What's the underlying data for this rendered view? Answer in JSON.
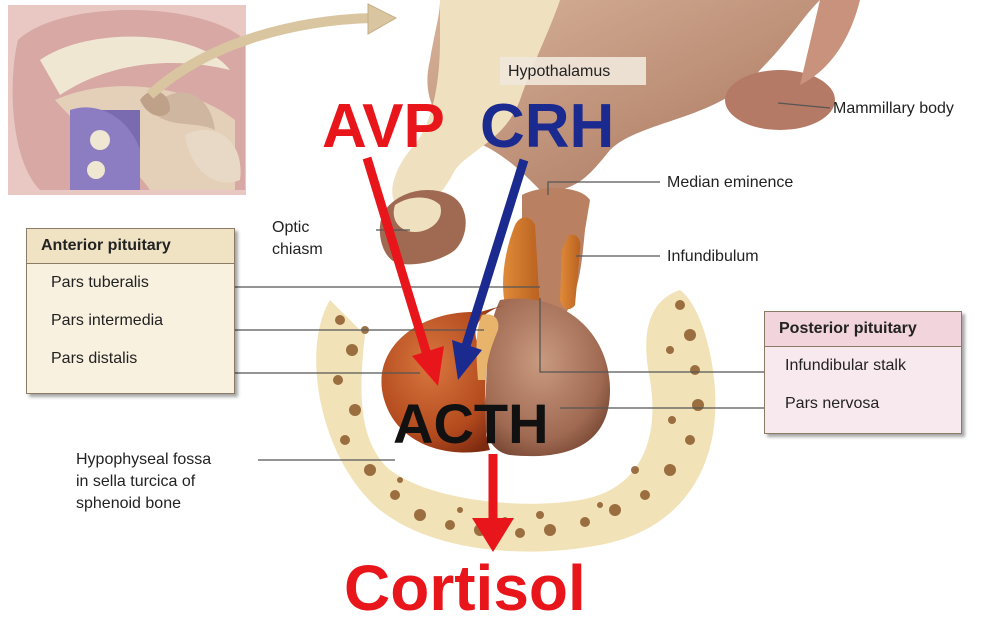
{
  "labels": {
    "hypothalamus": "Hypothalamus",
    "mammillary_body": "Mammillary body",
    "median_eminence": "Median eminence",
    "infundibulum": "Infundibulum",
    "optic_chiasm_line1": "Optic",
    "optic_chiasm_line2": "chiasm",
    "fossa_line1": "Hypophyseal fossa",
    "fossa_line2": "in sella turcica of",
    "fossa_line3": "sphenoid bone"
  },
  "anterior_box": {
    "title": "Anterior pituitary",
    "items": [
      "Pars tuberalis",
      "Pars intermedia",
      "Pars distalis"
    ]
  },
  "posterior_box": {
    "title": "Posterior pituitary",
    "items": [
      "Infundibular stalk",
      "Pars nervosa"
    ]
  },
  "hormones": {
    "avp": "AVP",
    "crh": "CRH",
    "acth": "ACTH",
    "cortisol": "Cortisol"
  },
  "colors": {
    "avp": "#e8161b",
    "crh": "#1b2a8f",
    "acth": "#111111",
    "cortisol": "#e8161b",
    "anterior_box_bg": "#f8f1df",
    "anterior_box_header": "#efe3c4",
    "posterior_box_bg": "#f8e9ee",
    "posterior_box_header": "#f1d4dc"
  }
}
